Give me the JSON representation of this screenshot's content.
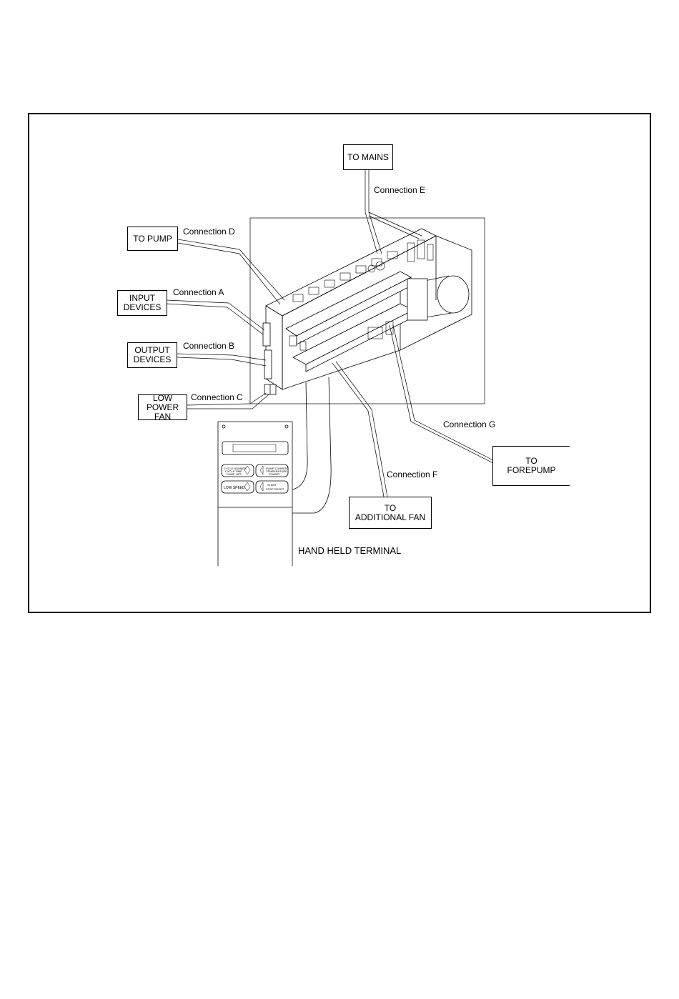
{
  "labels": {
    "to_mains": "TO MAINS",
    "to_pump": "TO PUMP",
    "input_devices": [
      "INPUT",
      "DEVICES"
    ],
    "output_devices": [
      "OUTPUT",
      "DEVICES"
    ],
    "low_power_fan": [
      "LOW",
      "POWER FAN"
    ],
    "to_forepump": [
      "TO",
      "FOREPUMP"
    ],
    "to_additional_fan": [
      "TO",
      "ADDITIONAL FAN"
    ],
    "hand_held_terminal": "HAND HELD TERMINAL"
  },
  "connections": {
    "a": "Connection A",
    "b": "Connection B",
    "c": "Connection C",
    "d": "Connection D",
    "e": "Connection E",
    "f": "Connection F",
    "g": "Connection G"
  },
  "terminal_keys": {
    "cycle_number": "CYCLE NUMBER",
    "cycle_time": "CYCLE TIME",
    "pump_life": "PUMP LIFE",
    "pump_current": "PUMP CURRENT",
    "temperature": "TEMPERATURE",
    "power": "POWER",
    "low_speed": "LOW SPEED",
    "start": "START",
    "stop_reset": "STOP RESET"
  }
}
